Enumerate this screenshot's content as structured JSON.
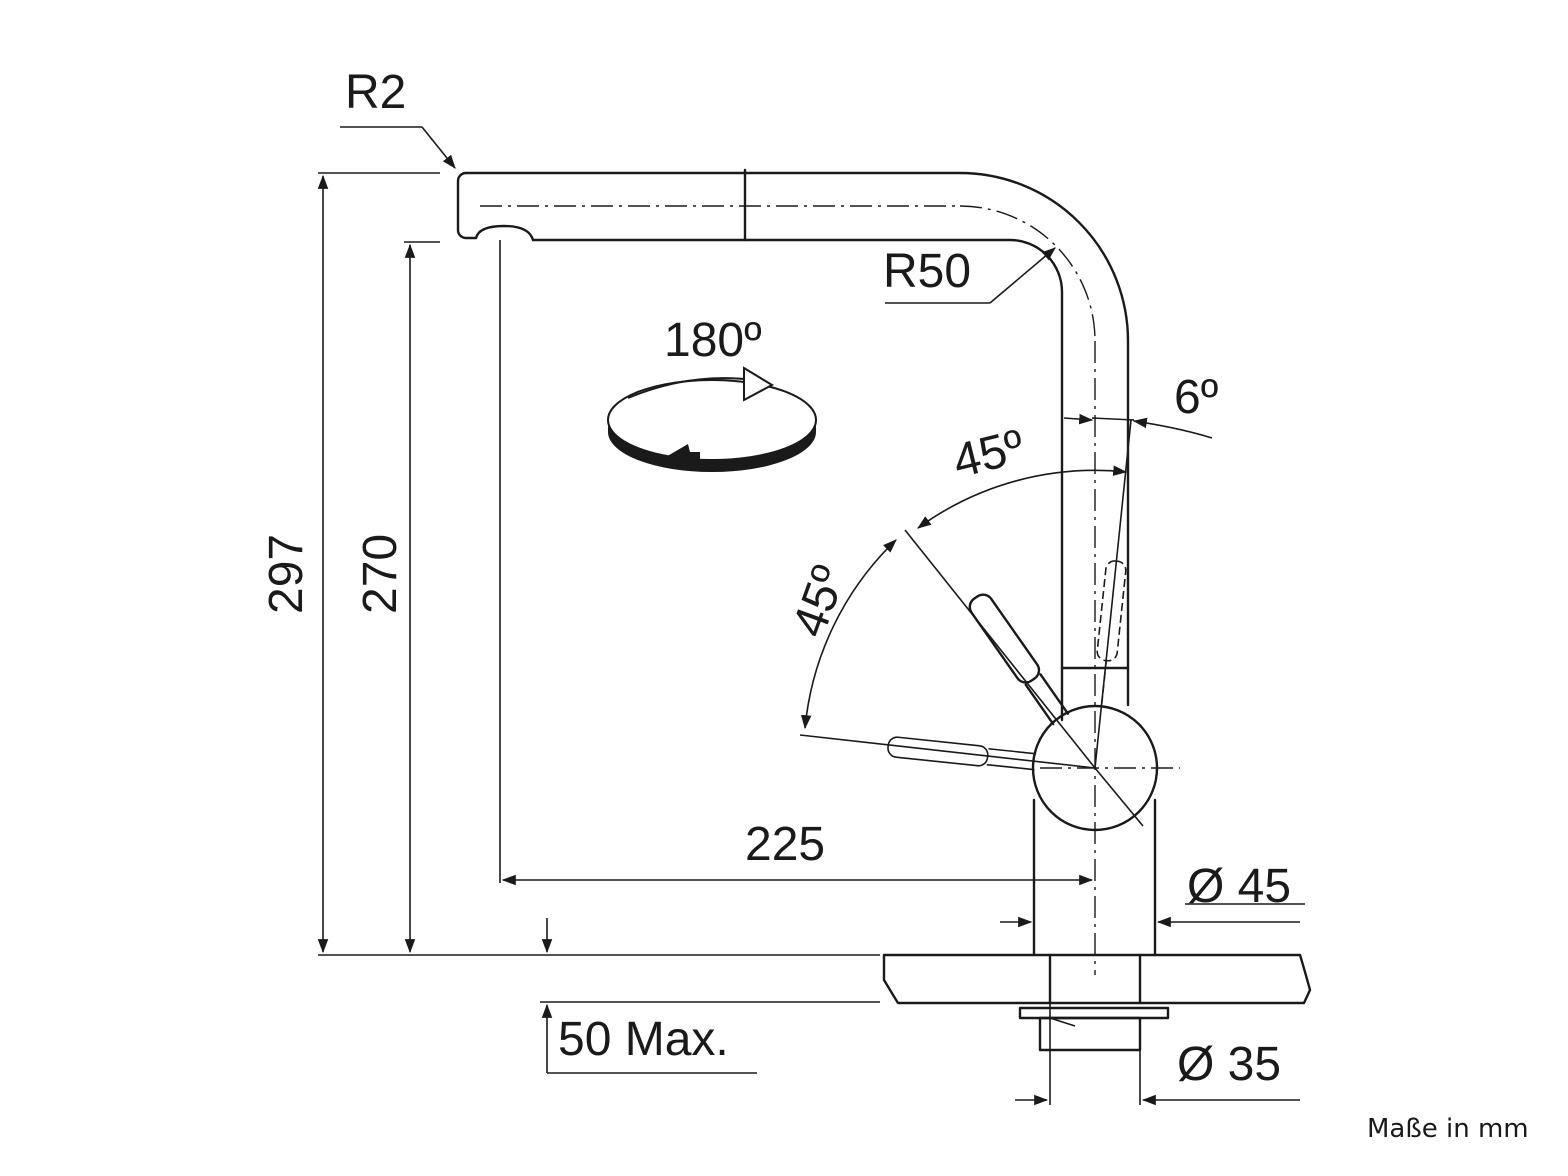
{
  "dimensions": {
    "r2": "R2",
    "r50": "R50",
    "rotation": "180º",
    "tilt": "6º",
    "angle_upper": "45º",
    "angle_lower": "45º",
    "height_total": "297",
    "height_outlet": "270",
    "reach": "225",
    "dia_base": "Ø 45",
    "dia_mount": "Ø 35",
    "countertop": "50 Max."
  },
  "note": "Maße in mm"
}
